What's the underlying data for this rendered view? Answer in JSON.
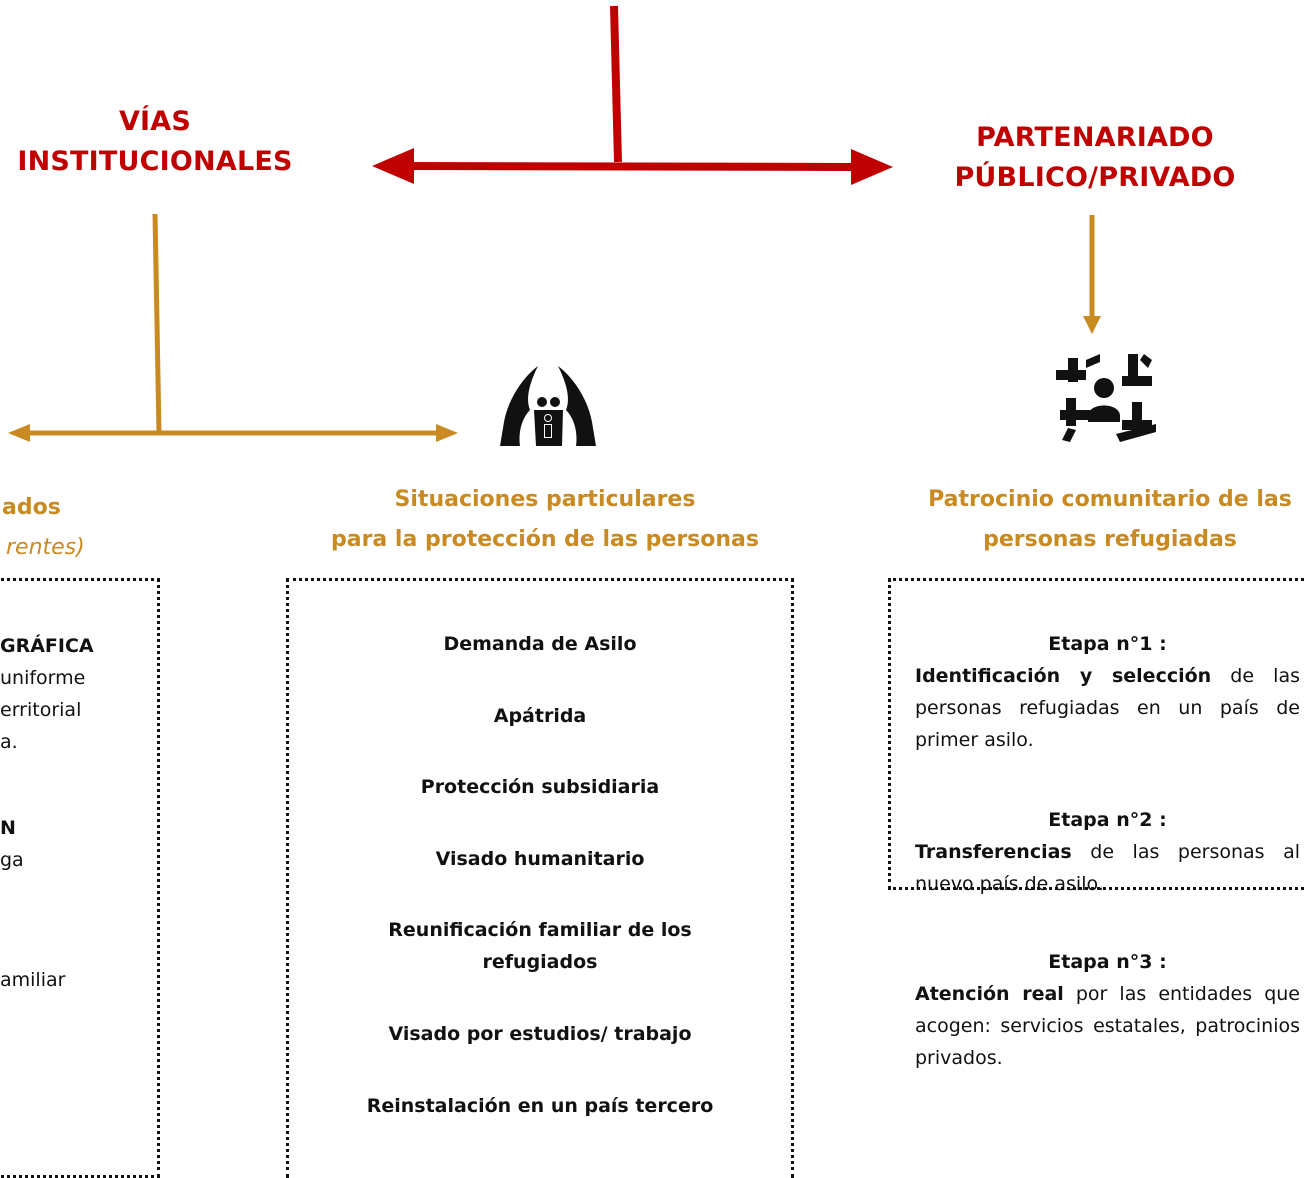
{
  "top": {
    "institutional": "VÍAS INSTITUCIONALES",
    "partnership": "PARTENARIADO PÚBLICO/PRIVADO"
  },
  "left_column": {
    "heading": "ados",
    "heading_italic": "rentes)",
    "lines": [
      "GRÁFICA",
      "uniforme",
      "erritorial",
      "a.",
      "N",
      "ga",
      "amiliar"
    ]
  },
  "middle_column": {
    "heading_line1": "Situaciones particulares",
    "heading_line2": "para la protección de las personas",
    "items": [
      "Demanda de Asilo",
      "Apátrida",
      "Protección subsidiaria",
      "Visado humanitario",
      "Reunificación familiar de los refugiados",
      "Visado por estudios/ trabajo",
      "Reinstalación en un país tercero"
    ]
  },
  "right_column": {
    "heading_line1": "Patrocinio comunitario de las",
    "heading_line2": "personas refugiadas",
    "stages": [
      {
        "title": "Etapa n°1 :",
        "lead": "Identificación y selección",
        "rest": " de las personas refugiadas en un país de primer asilo."
      },
      {
        "title": "Etapa n°2 :",
        "lead": "Transferencias",
        "rest": " de las personas al nuevo país de asilo."
      },
      {
        "title": "Etapa n°3 :",
        "lead": "Atención real",
        "rest": " por las entidades que acogen: servicios estatales, patrocinios privados."
      }
    ]
  },
  "icons": [
    "protective-hands-family-icon",
    "community-hands-people-icon"
  ],
  "colors": {
    "red": "#c00000",
    "gold": "#c98a22",
    "text": "#111111"
  }
}
